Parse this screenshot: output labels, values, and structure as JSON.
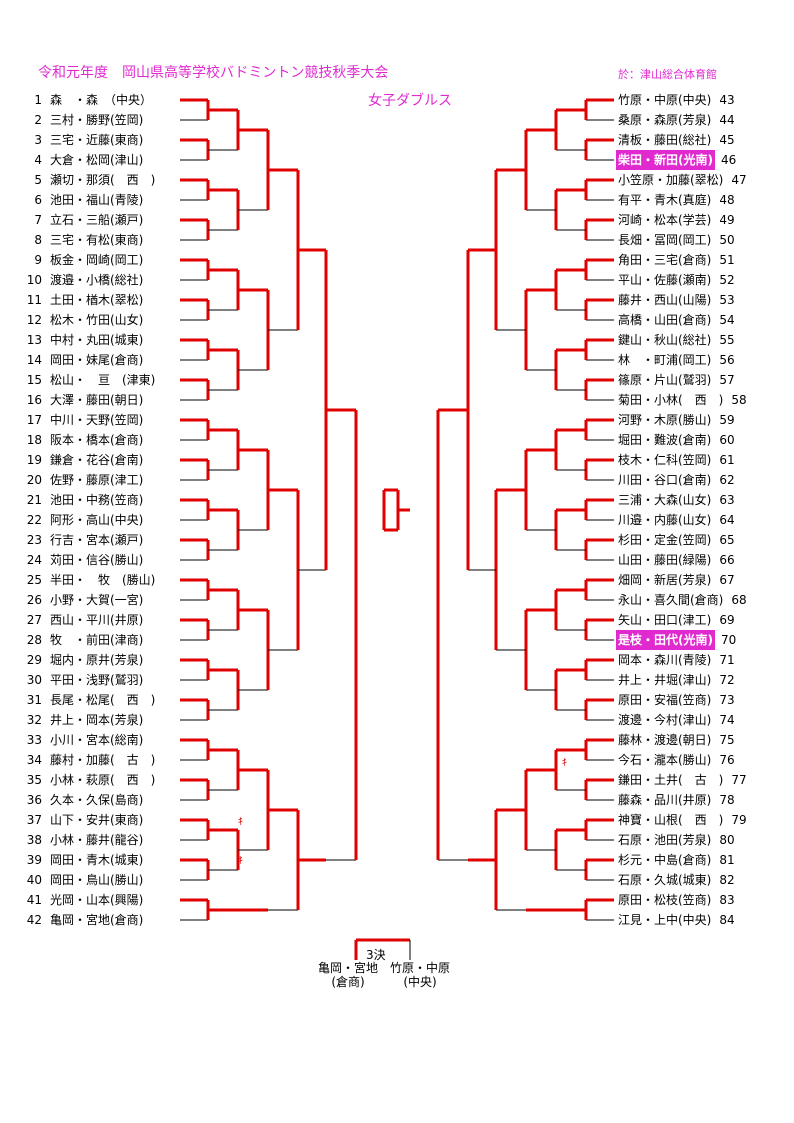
{
  "header": {
    "title": "令和元年度　岡山県高等学校バドミントン競技秋季大会",
    "venue": "於：津山総合体育館",
    "event": "女子ダブルス"
  },
  "left_entries": [
    {
      "num": "1",
      "name": "森　・森　（中央）"
    },
    {
      "num": "2",
      "name": "三村・勝野(笠岡)"
    },
    {
      "num": "3",
      "name": "三宅・近藤(東商)"
    },
    {
      "num": "4",
      "name": "大倉・松岡(津山)"
    },
    {
      "num": "5",
      "name": "瀬切・那須(　西　)"
    },
    {
      "num": "6",
      "name": "池田・福山(青陵)"
    },
    {
      "num": "7",
      "name": "立石・三船(瀬戸)"
    },
    {
      "num": "8",
      "name": "三宅・有松(東商)"
    },
    {
      "num": "9",
      "name": "板金・岡崎(岡工)"
    },
    {
      "num": "10",
      "name": "渡邉・小橋(総社)"
    },
    {
      "num": "11",
      "name": "土田・楢木(翠松)"
    },
    {
      "num": "12",
      "name": "松木・竹田(山女)"
    },
    {
      "num": "13",
      "name": "中村・丸田(城東)"
    },
    {
      "num": "14",
      "name": "岡田・妹尾(倉商)"
    },
    {
      "num": "15",
      "name": "松山・　亘　(津東)"
    },
    {
      "num": "16",
      "name": "大澤・藤田(朝日)"
    },
    {
      "num": "17",
      "name": "中川・天野(笠岡)"
    },
    {
      "num": "18",
      "name": "阪本・橋本(倉商)"
    },
    {
      "num": "19",
      "name": "鎌倉・花谷(倉南)"
    },
    {
      "num": "20",
      "name": "佐野・藤原(津工)"
    },
    {
      "num": "21",
      "name": "池田・中務(笠商)"
    },
    {
      "num": "22",
      "name": "阿形・高山(中央)"
    },
    {
      "num": "23",
      "name": "行吉・宮本(瀬戸)"
    },
    {
      "num": "24",
      "name": "苅田・信谷(勝山)"
    },
    {
      "num": "25",
      "name": "半田・　牧　(勝山)"
    },
    {
      "num": "26",
      "name": "小野・大賀(一宮)"
    },
    {
      "num": "27",
      "name": "西山・平川(井原)"
    },
    {
      "num": "28",
      "name": "牧　・前田(津商)"
    },
    {
      "num": "29",
      "name": "堀内・原井(芳泉)"
    },
    {
      "num": "30",
      "name": "平田・浅野(鷲羽)"
    },
    {
      "num": "31",
      "name": "長尾・松尾(　西　)"
    },
    {
      "num": "32",
      "name": "井上・岡本(芳泉)"
    },
    {
      "num": "33",
      "name": "小川・宮本(総南)"
    },
    {
      "num": "34",
      "name": "藤村・加藤(　古　)"
    },
    {
      "num": "35",
      "name": "小林・萩原(　西　)"
    },
    {
      "num": "36",
      "name": "久本・久保(島商)"
    },
    {
      "num": "37",
      "name": "山下・安井(東商)"
    },
    {
      "num": "38",
      "name": "小林・藤井(龍谷)"
    },
    {
      "num": "39",
      "name": "岡田・青木(城東)"
    },
    {
      "num": "40",
      "name": "岡田・鳥山(勝山)"
    },
    {
      "num": "41",
      "name": "光岡・山本(興陽)"
    },
    {
      "num": "42",
      "name": "亀岡・宮地(倉商)"
    }
  ],
  "right_entries": [
    {
      "num": "43",
      "name": "竹原・中原(中央)"
    },
    {
      "num": "44",
      "name": "桑原・森原(芳泉)"
    },
    {
      "num": "45",
      "name": "清板・藤田(総社)"
    },
    {
      "num": "46",
      "name": "柴田・新田(光南)",
      "highlight": true
    },
    {
      "num": "47",
      "name": "小笠原・加藤(翠松)"
    },
    {
      "num": "48",
      "name": "有平・青木(真庭)"
    },
    {
      "num": "49",
      "name": "河崎・松本(学芸)"
    },
    {
      "num": "50",
      "name": "長畑・冨岡(岡工)"
    },
    {
      "num": "51",
      "name": "角田・三宅(倉商)"
    },
    {
      "num": "52",
      "name": "平山・佐藤(瀬南)"
    },
    {
      "num": "53",
      "name": "藤井・西山(山陽)"
    },
    {
      "num": "54",
      "name": "高橋・山田(倉商)"
    },
    {
      "num": "55",
      "name": "鍵山・秋山(総社)"
    },
    {
      "num": "56",
      "name": "林　・町浦(岡工)"
    },
    {
      "num": "57",
      "name": "篠原・片山(鷲羽)"
    },
    {
      "num": "58",
      "name": "菊田・小林(　西　)"
    },
    {
      "num": "59",
      "name": "河野・木原(勝山)"
    },
    {
      "num": "60",
      "name": "堀田・難波(倉南)"
    },
    {
      "num": "61",
      "name": "枝木・仁科(笠岡)"
    },
    {
      "num": "62",
      "name": "川田・谷口(倉南)"
    },
    {
      "num": "63",
      "name": "三浦・大森(山女)"
    },
    {
      "num": "64",
      "name": "川邉・内藤(山女)"
    },
    {
      "num": "65",
      "name": "杉田・定金(笠岡)"
    },
    {
      "num": "66",
      "name": "山田・藤田(緑陽)"
    },
    {
      "num": "67",
      "name": "畑岡・新居(芳泉)"
    },
    {
      "num": "68",
      "name": "永山・喜久間(倉商)"
    },
    {
      "num": "69",
      "name": "矢山・田口(津工)"
    },
    {
      "num": "70",
      "name": "是枝・田代(光南)",
      "highlight": true
    },
    {
      "num": "71",
      "name": "岡本・森川(青陵)"
    },
    {
      "num": "72",
      "name": "井上・井堀(津山)"
    },
    {
      "num": "73",
      "name": "原田・安福(笠商)"
    },
    {
      "num": "74",
      "name": "渡邊・今村(津山)"
    },
    {
      "num": "75",
      "name": "藤林・渡邊(朝日)"
    },
    {
      "num": "76",
      "name": "今石・瀧本(勝山)"
    },
    {
      "num": "77",
      "name": "鎌田・土井(　古　)"
    },
    {
      "num": "78",
      "name": "藤森・品川(井原)"
    },
    {
      "num": "79",
      "name": "神寶・山根(　西　)"
    },
    {
      "num": "80",
      "name": "石原・池田(芳泉)"
    },
    {
      "num": "81",
      "name": "杉元・中島(倉商)"
    },
    {
      "num": "82",
      "name": "石原・久城(城東)"
    },
    {
      "num": "83",
      "name": "原田・松枝(笠商)"
    },
    {
      "num": "84",
      "name": "江見・上中(中央)"
    }
  ],
  "third_place": {
    "label": "3決",
    "player_a": {
      "name": "亀岡・宮地",
      "school": "(倉商)"
    },
    "player_b": {
      "name": "竹原・中原",
      "school": "(中央)"
    }
  },
  "marks": {
    "kiken": "ｷ"
  },
  "colors": {
    "accent": "#e02ad0",
    "line_win": "#e00000",
    "line": "#000000"
  }
}
